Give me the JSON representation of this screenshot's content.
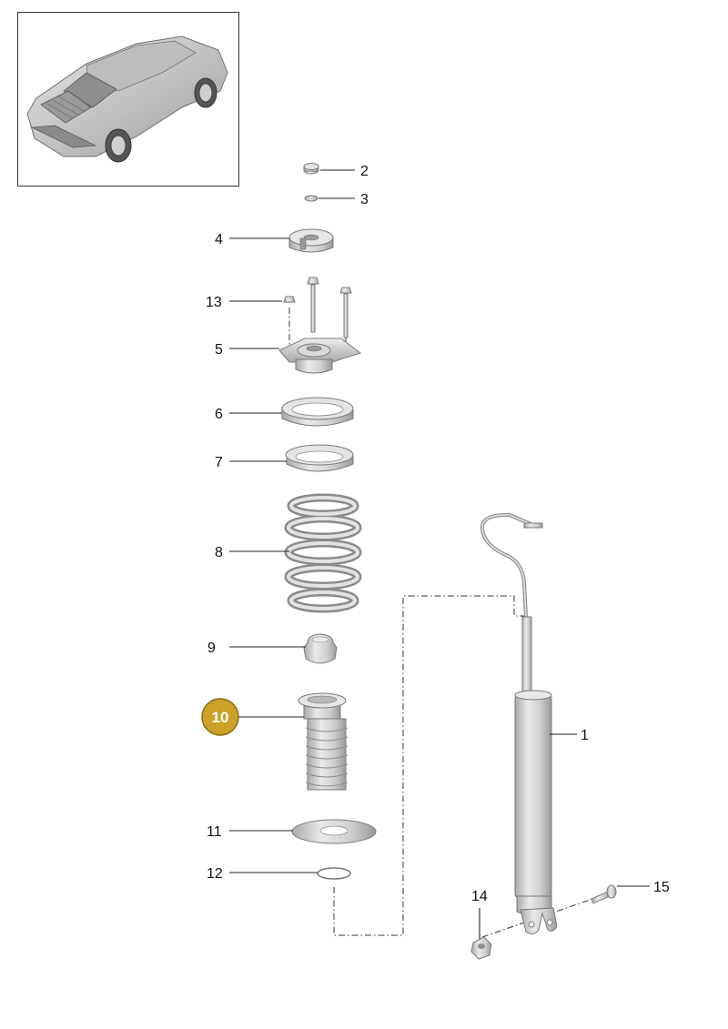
{
  "diagram": {
    "highlight_color": "#c9a227",
    "part_color": "#d4d4d4",
    "callouts": [
      {
        "id": "1",
        "label": "1"
      },
      {
        "id": "2",
        "label": "2"
      },
      {
        "id": "3",
        "label": "3"
      },
      {
        "id": "4",
        "label": "4"
      },
      {
        "id": "5",
        "label": "5"
      },
      {
        "id": "6",
        "label": "6"
      },
      {
        "id": "7",
        "label": "7"
      },
      {
        "id": "8",
        "label": "8"
      },
      {
        "id": "9",
        "label": "9"
      },
      {
        "id": "10",
        "label": "10",
        "highlighted": true
      },
      {
        "id": "11",
        "label": "11"
      },
      {
        "id": "12",
        "label": "12"
      },
      {
        "id": "13",
        "label": "13"
      },
      {
        "id": "14",
        "label": "14"
      },
      {
        "id": "15",
        "label": "15"
      }
    ]
  }
}
